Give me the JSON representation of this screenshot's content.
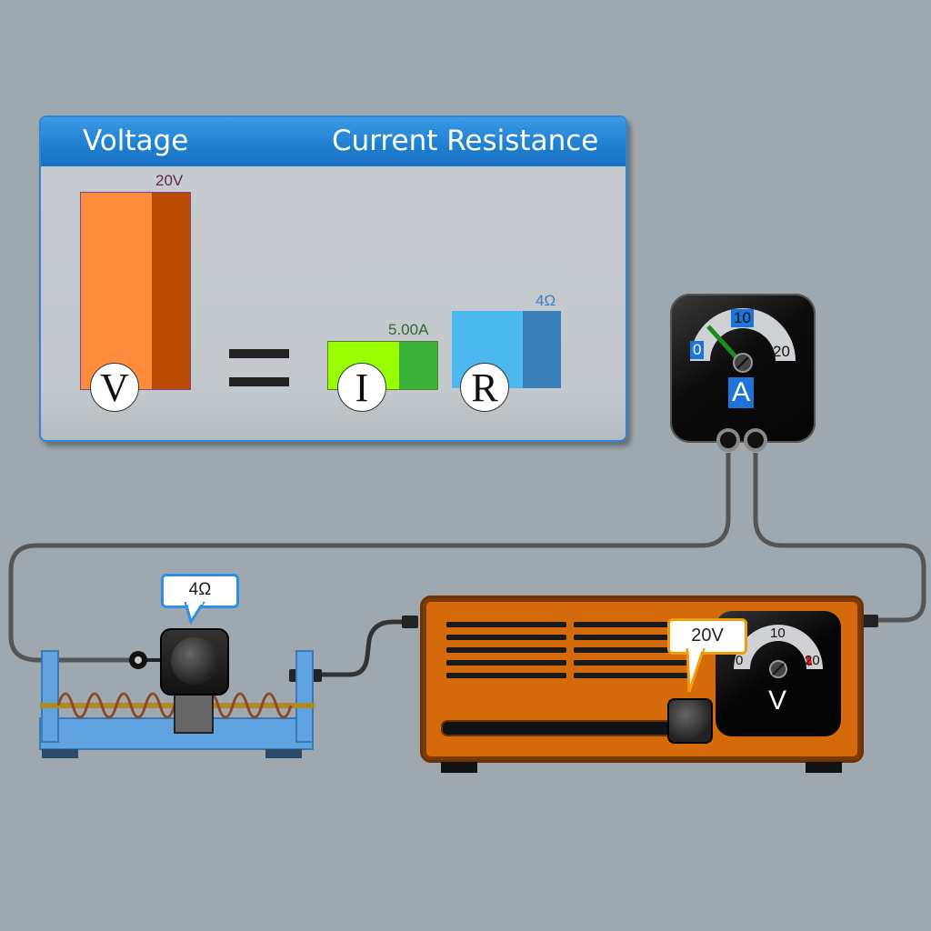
{
  "panel": {
    "header_voltage": "Voltage",
    "header_right": "Current Resistance",
    "voltage_label": "20V",
    "current_label": "5.00A",
    "resistance_label": "4Ω",
    "symbol_v": "V",
    "symbol_i": "I",
    "symbol_r": "R",
    "voltage_value": 20,
    "current_value": 5.0,
    "resistance_value": 4
  },
  "ammeter": {
    "tick_0": "0",
    "tick_10": "10",
    "tick_20": "20",
    "unit": "A",
    "reading": 5.0
  },
  "resistor": {
    "bubble": "4Ω"
  },
  "battery": {
    "bubble": "20V",
    "meter_tick_0": "0",
    "meter_tick_10": "10",
    "meter_tick_20": "20",
    "meter_unit": "V"
  },
  "colors": {
    "voltage_light": "#ff8c3c",
    "voltage_dark": "#b94a00",
    "current_light": "#99ff00",
    "current_dark": "#3ab23a",
    "resistance_light": "#4cb8f0",
    "resistance_dark": "#3a80b8",
    "header_blue": "#1f7fd0",
    "battery_orange": "#d46a0a"
  }
}
